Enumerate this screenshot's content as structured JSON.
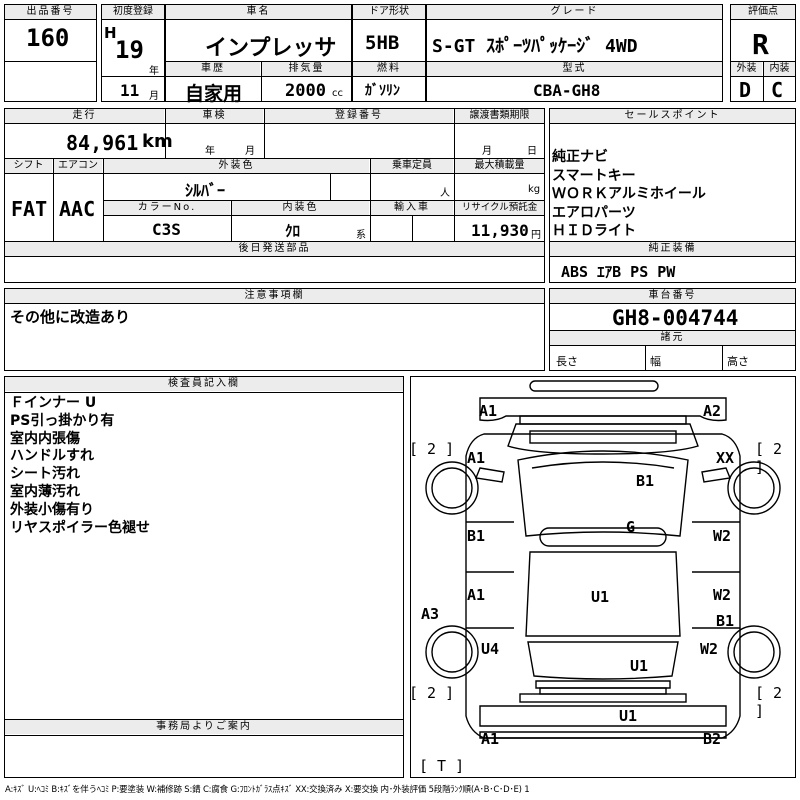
{
  "header_row": {
    "lot_number_label": "出品番号",
    "lot_number": "160",
    "first_reg_label": "初度登録",
    "era": "H",
    "year": "19",
    "year_unit": "年",
    "month": "11",
    "month_unit": "月",
    "car_name_label": "車名",
    "car_name": "インプレッサ",
    "history_label": "車歴",
    "history": "自家用",
    "displacement_label": "排気量",
    "displacement": "2000",
    "displacement_unit": "cc",
    "door_label": "ドア形状",
    "door": "5HB",
    "fuel_label": "燃料",
    "fuel": "ｶﾞｿﾘﾝ",
    "grade_label": "グレード",
    "grade": "S-GT ｽﾎﾟｰﾂﾊﾟｯｹｰｼﾞ 4WD",
    "model_label": "型式",
    "model": "CBA-GH8",
    "score_label": "評価点",
    "score": "R",
    "exterior_label": "外装",
    "exterior": "D",
    "interior_label": "内装",
    "interior": "C"
  },
  "mid": {
    "mileage_label": "走行",
    "mileage": "84,961",
    "mileage_unit": "km",
    "inspection_label": "車検",
    "inspection_year": "年",
    "inspection_month": "月",
    "reg_no_label": "登録番号",
    "transfer_label": "譲渡書類期限",
    "transfer_month": "月",
    "transfer_day": "日",
    "shift_label": "シフト",
    "shift": "FAT",
    "ac_label": "エアコン",
    "ac": "AAC",
    "ext_color_label": "外装色",
    "ext_color": "ｼﾙﾊﾞｰ",
    "capacity_label": "乗車定員",
    "capacity_unit": "人",
    "load_label": "最大積載量",
    "load_unit": "kg",
    "color_no_label": "カラーNo.",
    "color_no": "C3S",
    "int_color_label": "内装色",
    "int_color": "ｸﾛ",
    "int_color_unit": "系",
    "import_label": "輸入車",
    "recycle_label": "リサイクル預託金",
    "recycle": "11,930",
    "recycle_unit": "円",
    "later_parts_label": "後日発送部品"
  },
  "sales": {
    "label": "セールスポイント",
    "points": [
      "純正ナビ",
      "スマートキー",
      "ＷＯＲＫアルミホイール",
      "エアロパーツ",
      "ＨＩＤライト"
    ],
    "equip_label": "純正装備",
    "equip": "ABS ｴｱB PS PW"
  },
  "notes": {
    "label": "注意事項欄",
    "text": "その他に改造あり"
  },
  "chassis": {
    "label": "車台番号",
    "value": "GH8-004744",
    "spec_label": "諸元",
    "length": "長さ",
    "width": "幅",
    "height": "高さ"
  },
  "inspector": {
    "label": "検査員記入欄",
    "lines": [
      "Ｆインナー U",
      "PS引っ掛かり有",
      "室内内張傷",
      "ハンドルすれ",
      "シート汚れ",
      "室内薄汚れ",
      "外装小傷有り",
      "リヤスポイラー色褪せ"
    ]
  },
  "office": {
    "label": "事務局よりご案内"
  },
  "diagram": {
    "a1_fl": "A1",
    "a2_fr": "A2",
    "tire_fl": "[ 2 ]",
    "tire_fr": "[ 2 ]",
    "tire_rl": "[ 2 ]",
    "tire_rr": "[ 2 ]",
    "a1_fender": "A1",
    "xx_fender": "XX",
    "b1_hood": "B1",
    "g_glass": "G",
    "b1_ldoor": "B1",
    "w2_rdoor": "W2",
    "a1_lrdoor": "A1",
    "w2_rrdoor": "W2",
    "b1_rrdoor": "B1",
    "u1_roof": "U1",
    "a3_lside": "A3",
    "u4_lq": "U4",
    "w2_rq": "W2",
    "u1_trunk": "U1",
    "u1_rear": "U1",
    "a1_rl": "A1",
    "b2_rr": "B2",
    "t_spare": "[ T ]"
  },
  "legend": "A:ｷｽﾞ U:ﾍｺﾐ B:ｷｽﾞを伴うﾍｺﾐ P:要塗装 W:補修跡 S:錆 C:腐食 G:ﾌﾛﾝﾄｶﾞﾗｽ点ｷｽﾞ XX:交換済み X:要交換 内･外装評価 5段階ﾗﾝｸ順(A･B･C･D･E) 1"
}
